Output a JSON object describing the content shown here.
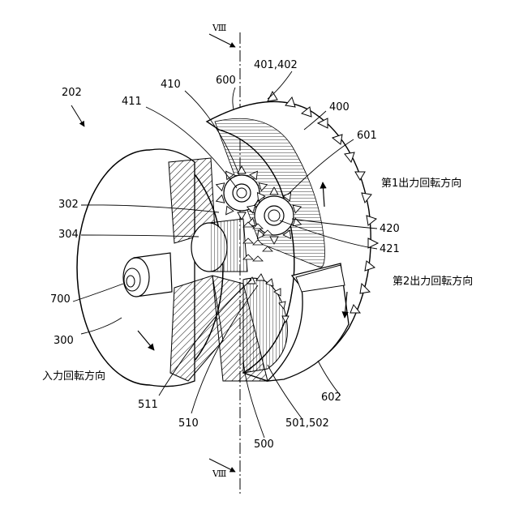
{
  "figure": {
    "section_marker_top": "Ⅷ",
    "section_marker_bottom": "Ⅷ",
    "reference_numerals": {
      "assembly": "202",
      "input_member": "300",
      "sun_gear_a": "302",
      "sun_gear_b": "304",
      "carrier_pins": "401,402",
      "carrier": "400",
      "planet_gear_1": "410",
      "planet_pin_1": "411",
      "planet_gear_2": "420",
      "planet_pin_2": "421",
      "ring_gears": "501,502",
      "ring_member": "500",
      "ring_part_a": "510",
      "ring_part_b": "511",
      "output_ring_top": "600",
      "output_ring_1": "601",
      "output_ring_2": "602",
      "shaft": "700"
    },
    "direction_labels": {
      "first_output": "第1出力回転方向",
      "second_output": "第2出力回転方向",
      "input": "入力回転方向"
    }
  }
}
